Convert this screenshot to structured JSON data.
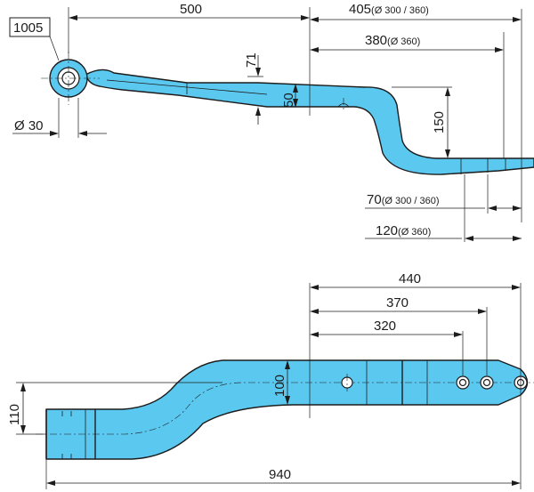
{
  "part_number": "1005",
  "top_view": {
    "dims": {
      "length_500": "500",
      "length_405": "405",
      "length_405_note": "(Ø 300 / 360)",
      "length_380": "380",
      "length_380_note": "(Ø 360)",
      "height_71": "71",
      "height_50": "50",
      "height_150": "150",
      "eye_diameter": "Ø 30",
      "length_70": "70",
      "length_70_note": "(Ø 300 / 360)",
      "length_120": "120",
      "length_120_note": "(Ø 360)"
    }
  },
  "bottom_view": {
    "dims": {
      "length_440": "440",
      "length_370": "370",
      "length_320": "320",
      "width_100": "100",
      "width_110": "110",
      "length_940": "940"
    }
  }
}
